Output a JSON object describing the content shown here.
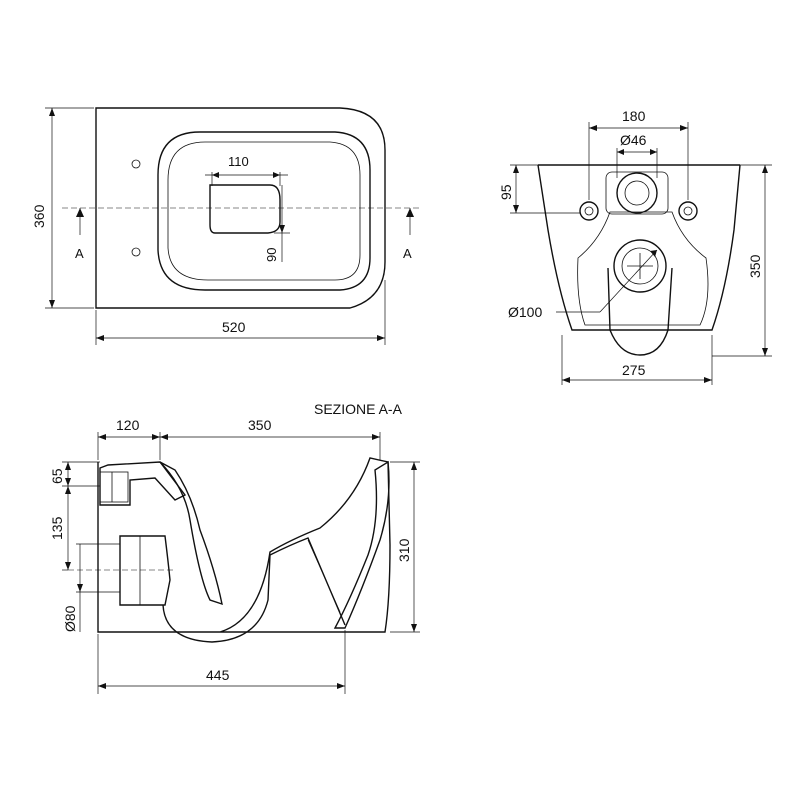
{
  "top_view": {
    "dim_width": "520",
    "dim_height": "360",
    "dim_bowl_width": "110",
    "dim_bowl_depth": "90",
    "section_mark_left": "A",
    "section_mark_right": "A"
  },
  "rear_view": {
    "dim_bolt_spacing": "180",
    "dim_inlet_diameter": "Ø46",
    "dim_inlet_height": "95",
    "dim_outlet_diameter": "Ø100",
    "dim_height": "350",
    "dim_width": "275"
  },
  "section_view": {
    "title": "SEZIONE A-A",
    "dim_rear_offset": "120",
    "dim_front_length": "350",
    "dim_inlet_height": "65",
    "dim_outlet_height": "135",
    "dim_outlet_diameter": "Ø80",
    "dim_total_height": "310",
    "dim_total_length": "445"
  }
}
